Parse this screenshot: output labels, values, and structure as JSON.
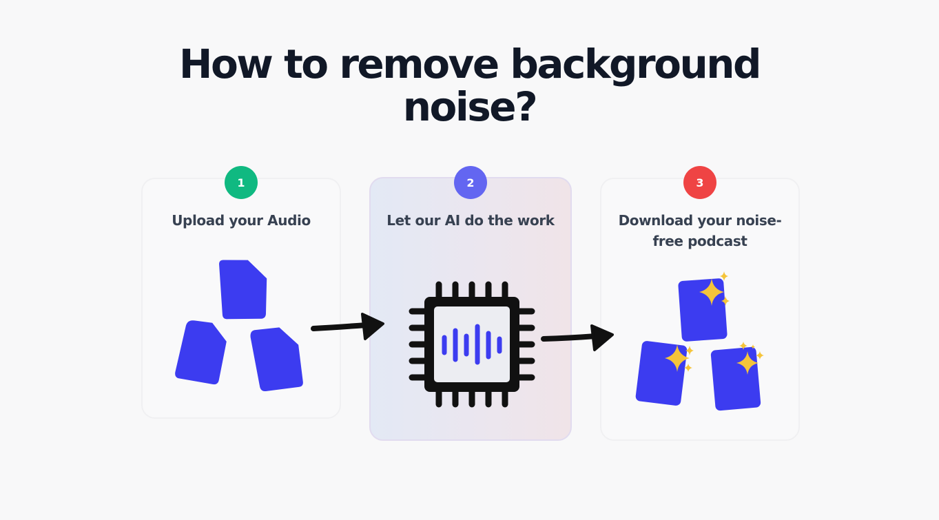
{
  "heading": {
    "line1": "How to remove background",
    "line2": "noise?"
  },
  "steps": [
    {
      "number": "1",
      "label": "Upload your Audio",
      "color": "#10b981",
      "icon": "audio-files-icon"
    },
    {
      "number": "2",
      "label": "Let our AI do the work",
      "color": "#6366f1",
      "icon": "ai-chip-waveform-icon"
    },
    {
      "number": "3",
      "label": "Download your noise-free podcast",
      "color": "#ef4444",
      "icon": "sparkling-files-icon"
    }
  ],
  "colors": {
    "file_blue": "#3c3cf0",
    "sparkle": "#f5c43a",
    "heading": "#111827",
    "label": "#374151"
  }
}
